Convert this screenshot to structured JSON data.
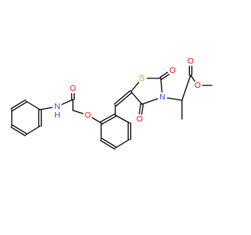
{
  "colors": {
    "bond": "#000000",
    "O": "#ff0d0d",
    "N": "#3050f8",
    "S": "#c8a500",
    "background": "#ffffff"
  },
  "atoms": [
    {
      "id": "o_ester",
      "element": "O",
      "label": "O"
    },
    {
      "id": "o_carbonyl_ester",
      "element": "O",
      "label": "O"
    },
    {
      "id": "o_c2",
      "element": "O",
      "label": "O"
    },
    {
      "id": "s_ring",
      "element": "S",
      "label": "S"
    },
    {
      "id": "n_ring",
      "element": "N",
      "label": "N"
    },
    {
      "id": "o_c4",
      "element": "O",
      "label": "O"
    },
    {
      "id": "o_amide",
      "element": "O",
      "label": "O"
    },
    {
      "id": "nh_amide",
      "element": "N",
      "label": "N",
      "sub": "H"
    },
    {
      "id": "o_ether",
      "element": "O",
      "label": "O"
    }
  ]
}
